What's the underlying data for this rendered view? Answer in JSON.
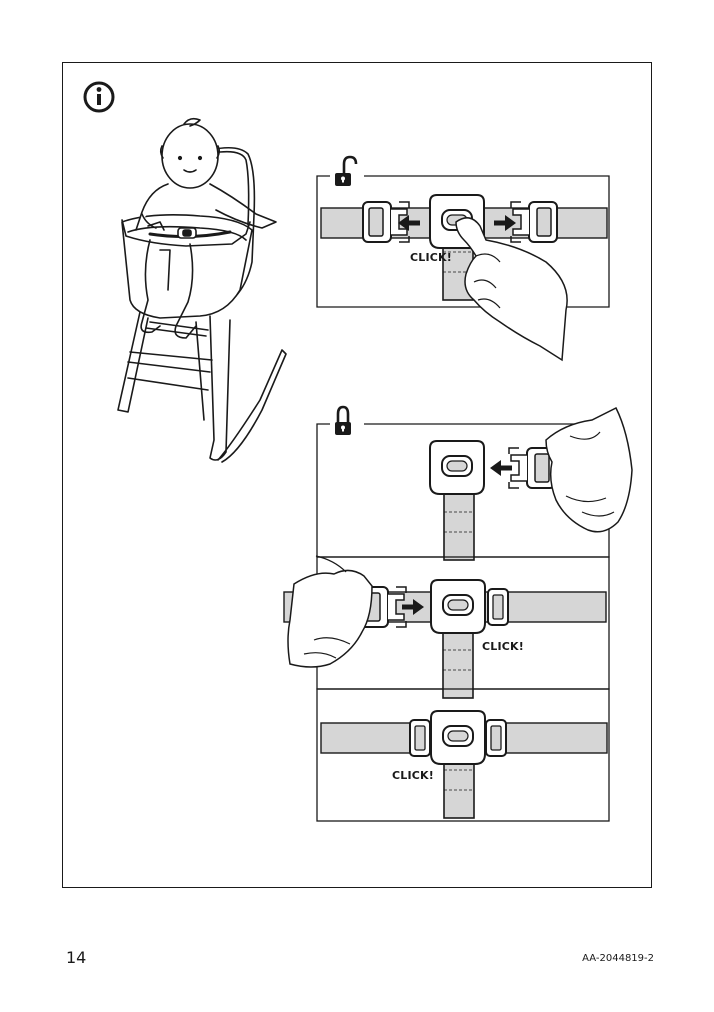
{
  "icons": {
    "info": "info-icon",
    "unlock": "unlocked-padlock-icon",
    "lock": "locked-padlock-icon"
  },
  "panels": {
    "unlock": {
      "click_label": "CLICK!"
    },
    "lock_step2": {
      "click_label": "CLICK!"
    },
    "lock_step3": {
      "click_label": "CLICK!"
    }
  },
  "footer": {
    "page_number": "14",
    "doc_code": "AA-2044819-2"
  },
  "colors": {
    "strap": "#d6d6d6",
    "outline": "#1a1a1a",
    "background": "#ffffff"
  }
}
